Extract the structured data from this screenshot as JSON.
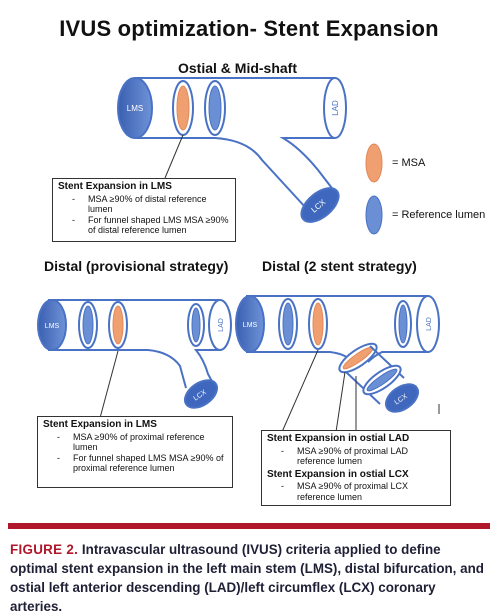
{
  "title": "IVUS optimization- Stent Expansion",
  "panels": {
    "top": {
      "heading": "Ostial & Mid-shaft"
    },
    "bottom_left": {
      "heading": "Distal (provisional strategy)"
    },
    "bottom_right": {
      "heading": "Distal (2 stent strategy)"
    }
  },
  "vessel_labels": {
    "lms": "LMS",
    "lad": "LAD",
    "lcx": "LCX"
  },
  "legend": {
    "msa": "= MSA",
    "reference": "= Reference lumen"
  },
  "boxes": {
    "top": {
      "heading": "Stent Expansion in LMS",
      "items": [
        "MSA ≥90% of distal reference lumen",
        "For funnel shaped LMS MSA ≥90% of distal reference lumen"
      ]
    },
    "bottom_left": {
      "heading": "Stent Expansion in LMS",
      "items": [
        "MSA ≥90% of proximal reference lumen",
        "For funnel shaped LMS MSA ≥90% of proximal reference lumen"
      ]
    },
    "bottom_right_lad": {
      "heading": "Stent Expansion in ostial LAD",
      "items": [
        "MSA ≥90% of proximal LAD reference lumen"
      ]
    },
    "bottom_right_lcx": {
      "heading": "Stent Expansion in ostial LCX",
      "items": [
        "MSA ≥90% of proximal LCX reference lumen"
      ]
    }
  },
  "caption": {
    "figure_label": "FIGURE 2.",
    "text": "Intravascular ultrasound (IVUS) criteria applied to define optimal stent expansion in the left main stem (LMS), distal bifurcation, and ostial left anterior descending (LAD)/left circumflex (LCX) coronary arteries."
  },
  "colors": {
    "msa_fill": "#f0a070",
    "reference_fill": "#4a72c4",
    "reference_light": "#6a8fd4",
    "vessel_stroke": "#4a72c4",
    "accent_red": "#b0172b",
    "caption_text": "#1f1f35"
  }
}
